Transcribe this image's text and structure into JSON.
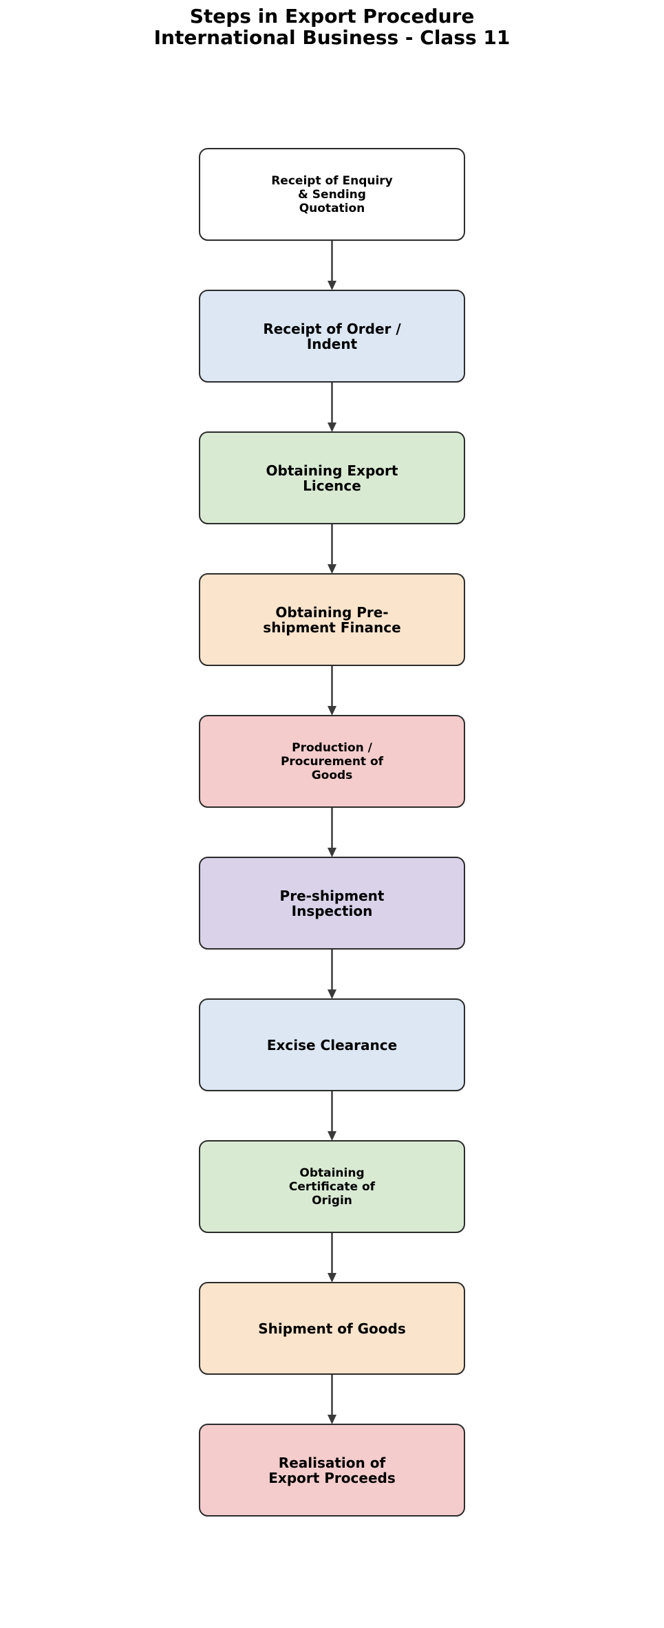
{
  "title": {
    "line1": "Steps in Export Procedure",
    "line2": "International Business - Class 11"
  },
  "steps": [
    {
      "label": "Receipt of Enquiry\n& Sending\nQuotation",
      "fill": "#ffffff"
    },
    {
      "label": "Receipt of Order /\nIndent",
      "fill": "#dce7f3"
    },
    {
      "label": "Obtaining Export\nLicence",
      "fill": "#d9ead3"
    },
    {
      "label": "Obtaining Pre-\nshipment Finance",
      "fill": "#fbe4cc"
    },
    {
      "label": "Production /\nProcurement of\nGoods",
      "fill": "#f4cccc"
    },
    {
      "label": "Pre-shipment\nInspection",
      "fill": "#d9d2e9"
    },
    {
      "label": "Excise Clearance",
      "fill": "#dce7f3"
    },
    {
      "label": "Obtaining\nCertificate of\nOrigin",
      "fill": "#d9ead3"
    },
    {
      "label": "Shipment of Goods",
      "fill": "#fbe4cc"
    },
    {
      "label": "Realisation of\nExport Proceeds",
      "fill": "#f4cccc"
    }
  ]
}
